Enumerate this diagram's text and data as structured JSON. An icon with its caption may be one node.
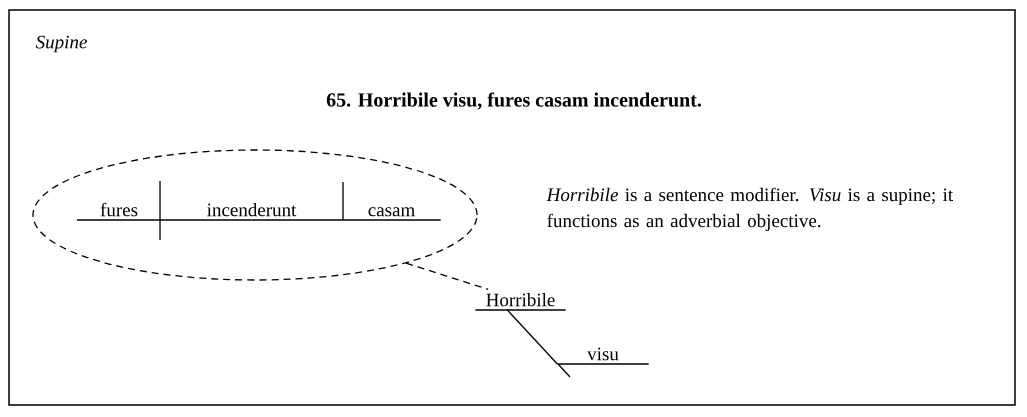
{
  "diagram": {
    "title": "65. Horribile visu, fures casam incenderunt.",
    "nodes": [
      {
        "text": [],
        "shape": "ellipse"
      },
      {
        "text": [
          "fures"
        ],
        "in": 0
      },
      {
        "text": [
          "incenderunt"
        ],
        "in": 0
      },
      {
        "text": [
          "casam"
        ],
        "in": 0
      },
      {
        "text": [
          "Horribile"
        ]
      },
      {
        "text": [
          "visu"
        ]
      }
    ],
    "edges": [
      {
        "from": 0,
        "to": 4,
        "arrow": "none",
        "style": "dashed"
      },
      {
        "from": 4,
        "to": 5,
        "arrow": "none"
      },
      {
        "from": 1,
        "to": 2,
        "arrow": "none"
      },
      {
        "from": 2,
        "to": 3,
        "arrow": "none"
      }
    ],
    "labels": [
      "Supine",
      "*Horribile* is a sentence modifier. *Visu* is a supine; it functions as an adverbial objective."
    ]
  }
}
